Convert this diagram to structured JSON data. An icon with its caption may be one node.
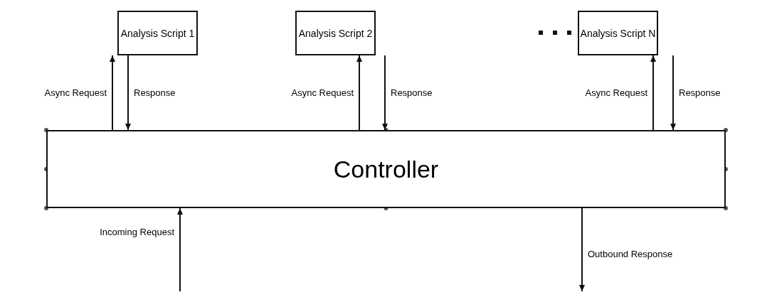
{
  "diagram": {
    "nodes": [
      {
        "text": [
          "Analysis Script 1"
        ]
      },
      {
        "text": [
          "Analysis Script 2"
        ]
      },
      {
        "text": [
          "Analysis Script N"
        ]
      },
      {
        "text": [
          "Controller"
        ]
      }
    ],
    "edges": [
      {
        "from": 3,
        "to": 0,
        "arrow": "to",
        "label": "Async Request"
      },
      {
        "from": 0,
        "to": 3,
        "arrow": "to",
        "label": "Response"
      },
      {
        "from": 3,
        "to": 1,
        "arrow": "to",
        "label": "Async Request"
      },
      {
        "from": 1,
        "to": 3,
        "arrow": "to",
        "label": "Response"
      },
      {
        "from": 3,
        "to": 2,
        "arrow": "to",
        "label": "Async Request"
      },
      {
        "from": 2,
        "to": 3,
        "arrow": "to",
        "label": "Response"
      },
      {
        "from": null,
        "to": 3,
        "arrow": "to",
        "label": "Incoming Request"
      },
      {
        "from": 3,
        "to": null,
        "arrow": "to",
        "label": "Outbound Response"
      }
    ]
  }
}
